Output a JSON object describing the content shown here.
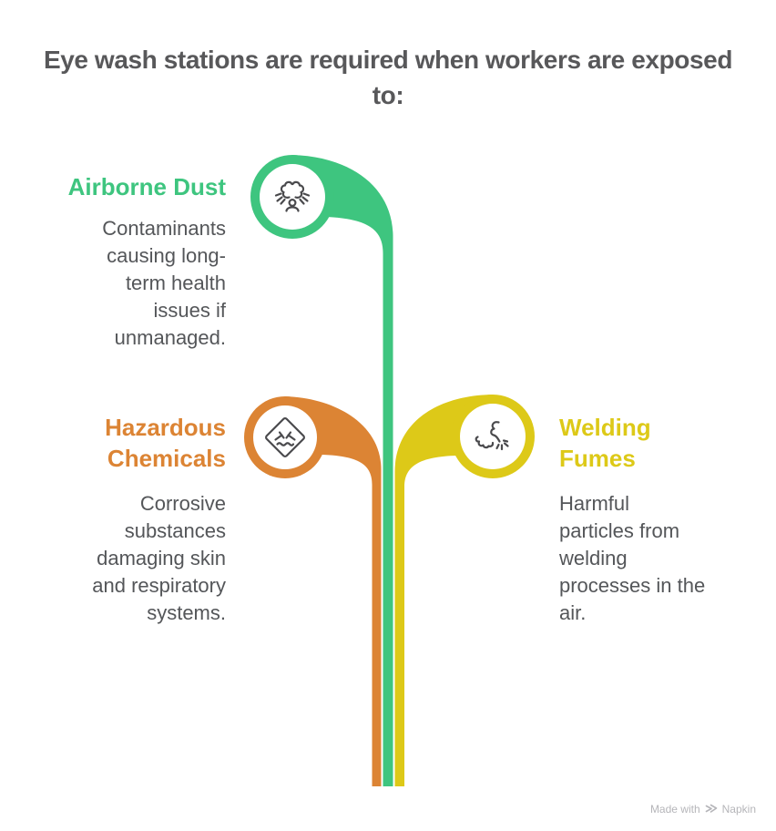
{
  "title": {
    "text": "Eye wash stations are required when workers are exposed\nto:",
    "color": "#58585a"
  },
  "colors": {
    "green": "#3ec57f",
    "orange": "#dc8434",
    "yellow": "#ddc918",
    "icon_stroke": "#4a4a4d",
    "body_text": "#545659",
    "watermark": "#b5b5b9",
    "circle_fill": "#ffffff"
  },
  "branches": [
    {
      "id": "airborne-dust",
      "heading": "Airborne Dust",
      "description": "Contaminants\ncausing long-\nterm health\nissues if\nunmanaged.",
      "color": "#3ec57f",
      "icon": "dust-cloud-person-icon"
    },
    {
      "id": "hazardous-chemicals",
      "heading": "Hazardous\nChemicals",
      "description": "Corrosive\nsubstances\ndamaging skin\nand respiratory\nsystems.",
      "color": "#dc8434",
      "icon": "corrosive-chemical-icon"
    },
    {
      "id": "welding-fumes",
      "heading": "Welding\nFumes",
      "description": "Harmful\nparticles from\nwelding\nprocesses in the\nair.",
      "color": "#ddc918",
      "icon": "welding-torch-icon"
    }
  ],
  "watermark": {
    "prefix": "Made with",
    "brand": "Napkin",
    "icon": "napkin-logo-icon"
  }
}
